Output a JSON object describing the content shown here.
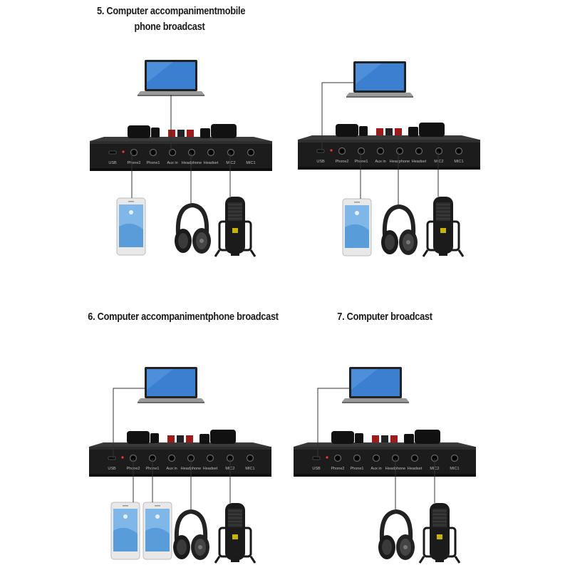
{
  "panels": [
    {
      "title_lines": [
        "5. Computer accompanimentmobile",
        "phone broadcast"
      ]
    },
    {
      "title_lines": []
    },
    {
      "title_lines": [
        "6. Computer accompanimentphone broadcast"
      ]
    },
    {
      "title_lines": [
        "7. Computer broadcast"
      ]
    }
  ],
  "port_labels": [
    "USB",
    "Phone2",
    "Phone1",
    "Aux in",
    "Headphone",
    "Headset",
    "MIC2",
    "MIC1"
  ],
  "colors": {
    "device_body": "#2a2a2a",
    "device_front": "#1c1c1c",
    "knob": "#111111",
    "button_red": "#a11a1a",
    "laptop_screen": "#3a7fd0",
    "phone_screen": "#7fb8e8",
    "cable": "#333333"
  }
}
